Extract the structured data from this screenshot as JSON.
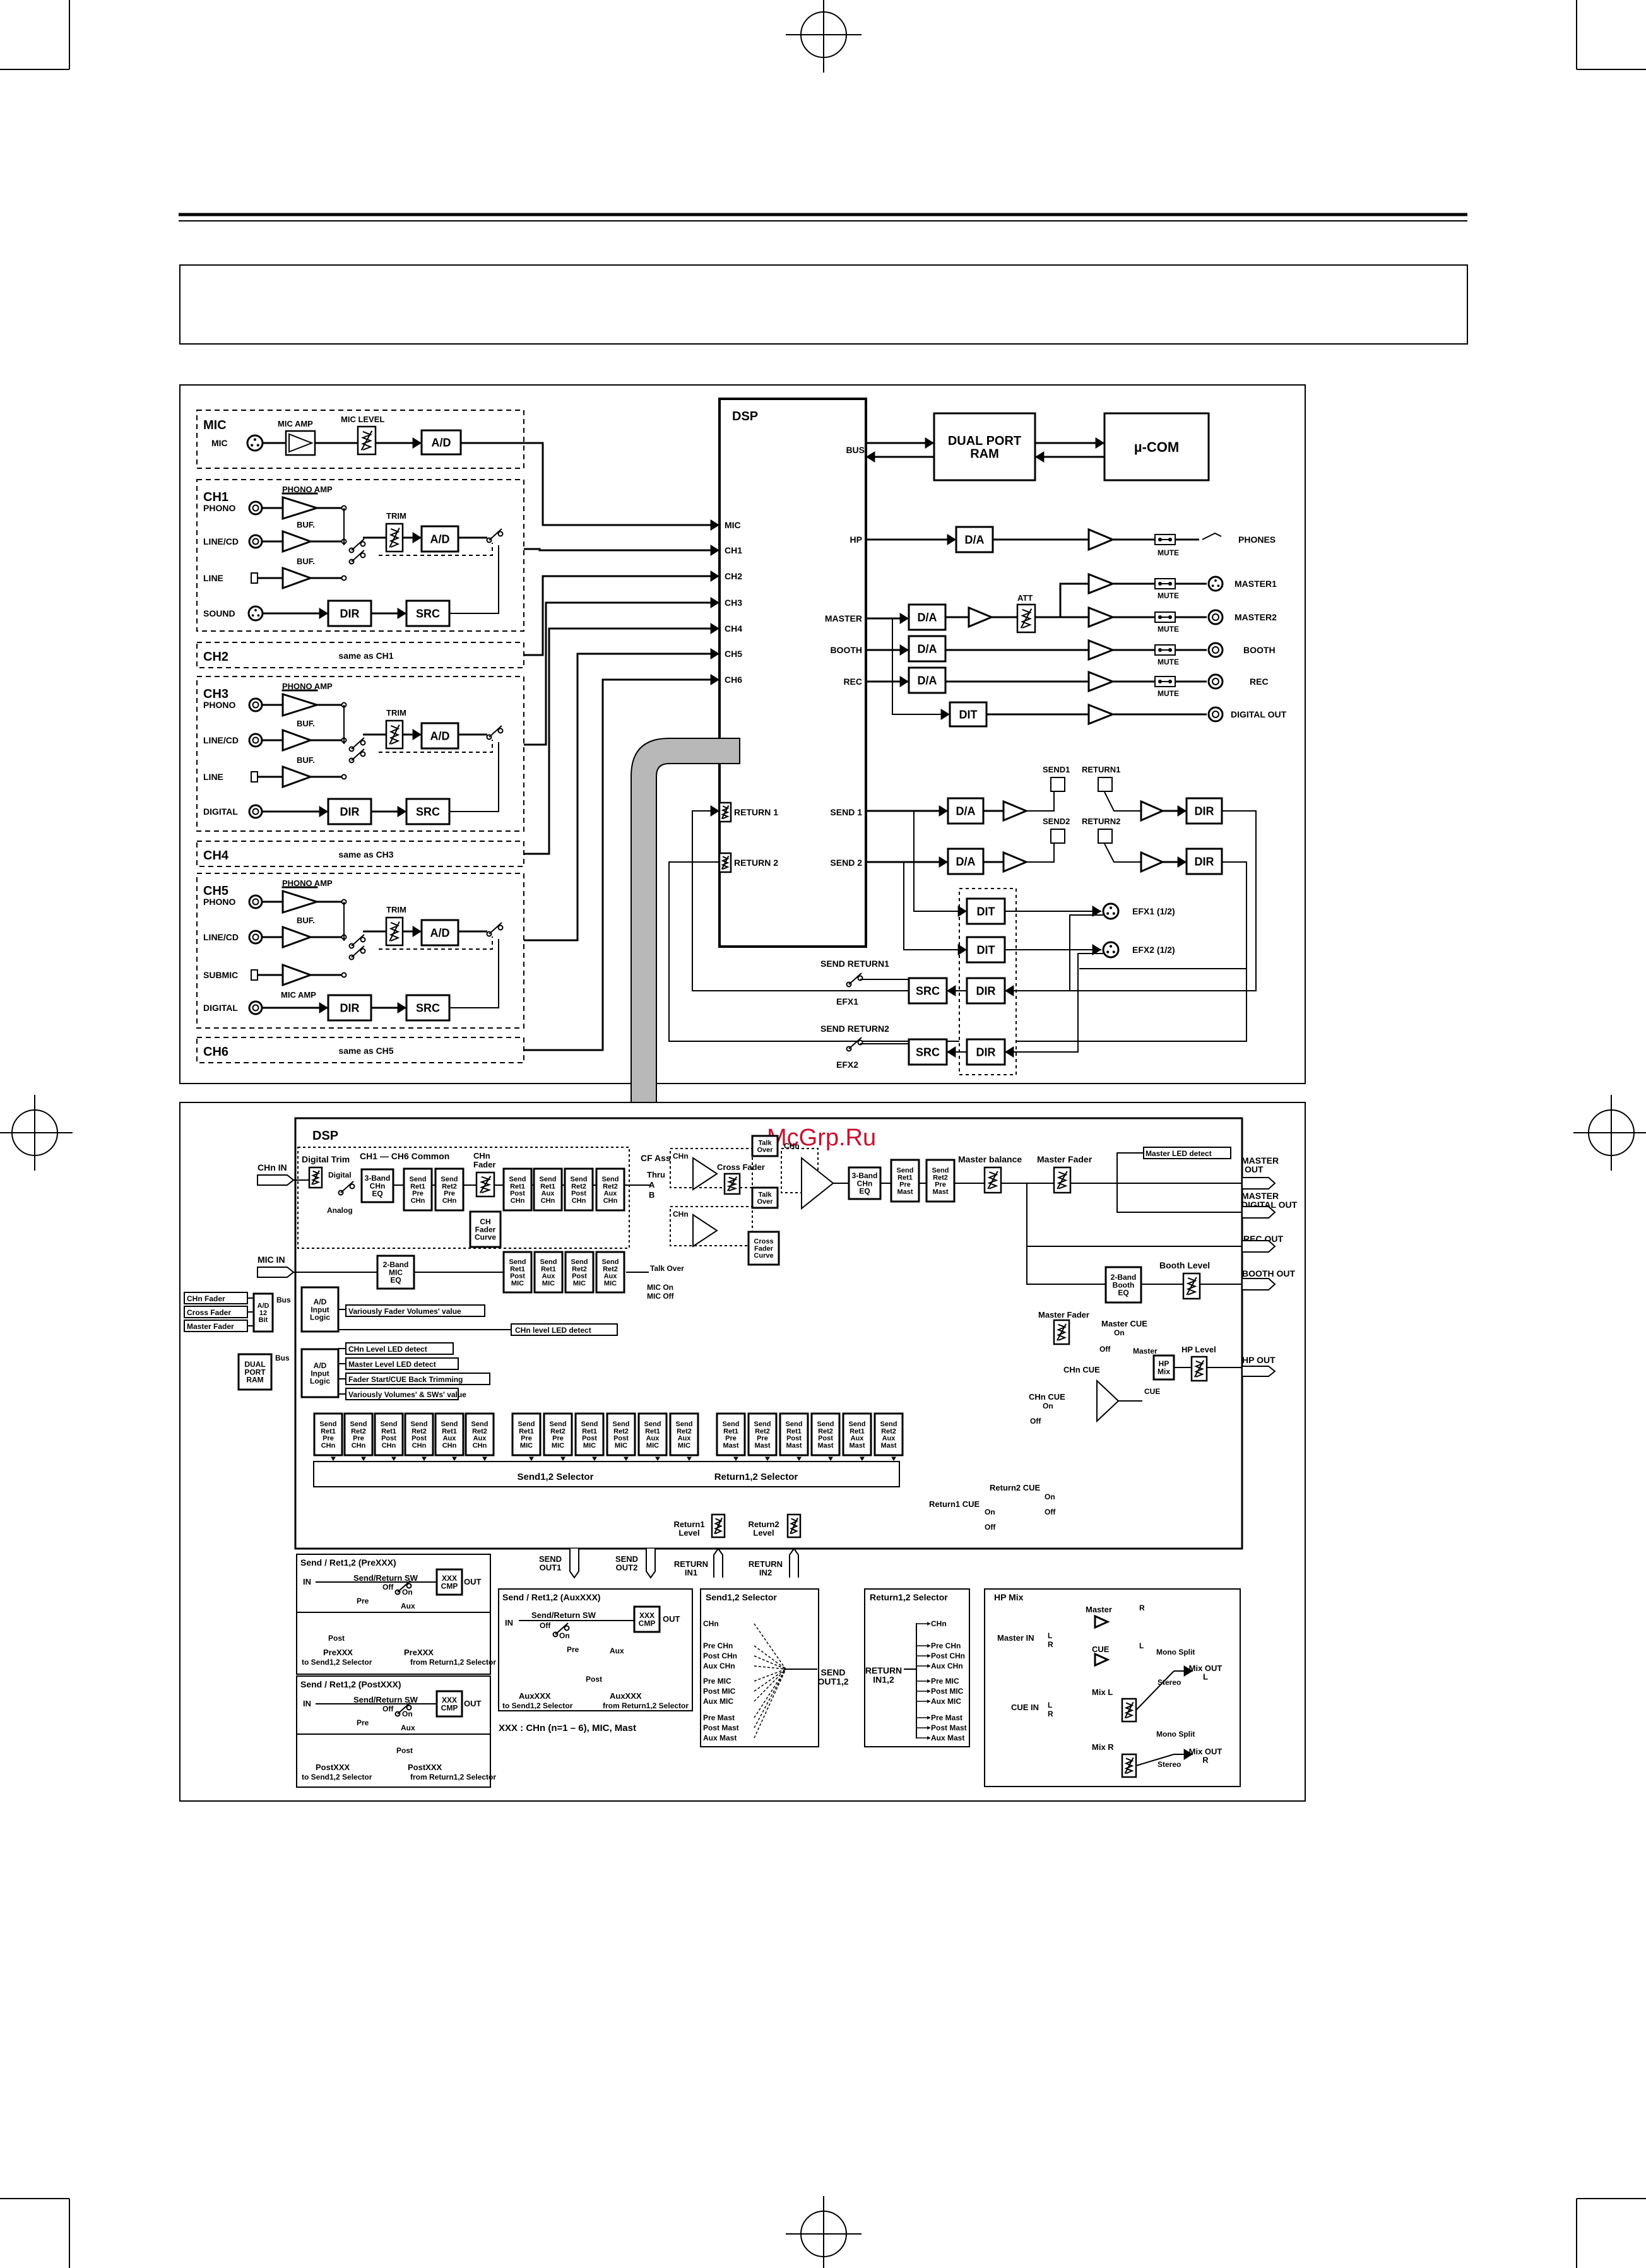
{
  "watermark": "McGrp.Ru",
  "top": {
    "dsp_title": "DSP",
    "bus": "BUS",
    "dual_port_ram": [
      "DUAL PORT",
      "RAM"
    ],
    "ucom": "µ-COM",
    "mic": {
      "title": "MIC",
      "input": "MIC",
      "mic_amp": "MIC AMP",
      "mic_level": "MIC LEVEL",
      "ad": "A/D"
    },
    "ch1": {
      "title": "CH1",
      "phono": "PHONO",
      "phono_amp": "PHONO AMP",
      "linecd": "LINE/CD",
      "buf": "BUF.",
      "line": "LINE",
      "trim": "TRIM",
      "ad": "A/D",
      "sound": "SOUND",
      "dir": "DIR",
      "src": "SRC"
    },
    "ch2": {
      "title": "CH2",
      "note": "same as CH1"
    },
    "ch3": {
      "title": "CH3",
      "phono": "PHONO",
      "phono_amp": "PHONO AMP",
      "linecd": "LINE/CD",
      "buf": "BUF.",
      "line": "LINE",
      "trim": "TRIM",
      "ad": "A/D",
      "digital": "DIGITAL",
      "dir": "DIR",
      "src": "SRC"
    },
    "ch4": {
      "title": "CH4",
      "note": "same as CH3"
    },
    "ch5": {
      "title": "CH5",
      "phono": "PHONO",
      "phono_amp": "PHONO AMP",
      "linecd": "LINE/CD",
      "buf": "BUF.",
      "submic": "SUBMIC",
      "mic_amp": "MIC AMP",
      "trim": "TRIM",
      "ad": "A/D",
      "digital": "DIGITAL",
      "dir": "DIR",
      "src": "SRC"
    },
    "ch6": {
      "title": "CH6",
      "note": "same as CH5"
    },
    "dsp_inputs": [
      "MIC",
      "CH1",
      "CH2",
      "CH3",
      "CH4",
      "CH5",
      "CH6"
    ],
    "dsp_outputs": [
      "HP",
      "MASTER",
      "BOOTH",
      "REC"
    ],
    "returns": [
      "RETURN 1",
      "RETURN 2"
    ],
    "sends": [
      "SEND 1",
      "SEND 2"
    ],
    "da": "D/A",
    "dit": "DIT",
    "att": "ATT",
    "mute": "MUTE",
    "outputs": [
      "PHONES",
      "MASTER1",
      "MASTER2",
      "BOOTH",
      "REC",
      "DIGITAL OUT"
    ],
    "send_labels": [
      "SEND1",
      "RETURN1",
      "SEND2",
      "RETURN2"
    ],
    "efx_labels": [
      "EFX1 (1/2)",
      "EFX2 (1/2)"
    ],
    "send_return1": "SEND RETURN1",
    "send_return2": "SEND RETURN2",
    "efx1": "EFX1",
    "efx2": "EFX2",
    "src": "SRC",
    "dir": "DIR"
  },
  "bottom": {
    "dsp_title": "DSP",
    "chn_in": "CHn IN",
    "digital_trim": "Digital Trim",
    "common": "CH1 — CH6 Common",
    "digital": "Digital",
    "analog": "Analog",
    "eq3_chn": [
      "3-Band",
      "CHn",
      "EQ"
    ],
    "send_blocks": [
      [
        "Send",
        "Ret1",
        "Pre",
        "CHn"
      ],
      [
        "Send",
        "Ret2",
        "Pre",
        "CHn"
      ],
      [
        "Send",
        "Ret1",
        "Post",
        "CHn"
      ],
      [
        "Send",
        "Ret1",
        "Aux",
        "CHn"
      ],
      [
        "Send",
        "Ret2",
        "Post",
        "CHn"
      ],
      [
        "Send",
        "Ret2",
        "Aux",
        "CHn"
      ]
    ],
    "chn_fader": [
      "CHn",
      "Fader"
    ],
    "ch_fader_curve": [
      "CH",
      "Fader",
      "Curve"
    ],
    "cf_assign": "CF Assign",
    "thru": "Thru",
    "a": "A",
    "b": "B",
    "chn": "CHn",
    "cross_fader": "Cross Fader",
    "talk_over": [
      "Talk",
      "Over"
    ],
    "cross_fader_curve": [
      "Cross",
      "Fader",
      "Curve"
    ],
    "eq3_master": [
      "3-Band",
      "CHn",
      "EQ"
    ],
    "send_mast": [
      [
        "Send",
        "Ret1",
        "Pre",
        "Mast"
      ],
      [
        "Send",
        "Ret2",
        "Pre",
        "Mast"
      ]
    ],
    "master_balance": "Master balance",
    "master_fader": "Master Fader",
    "master_led_detect": "Master LED detect",
    "master_out": [
      "MASTER",
      "OUT"
    ],
    "master_digital_out": [
      "MASTER",
      "DIGITAL OUT"
    ],
    "rec_out": "REC OUT",
    "booth_out": "BOOTH OUT",
    "booth_level": "Booth Level",
    "eq2_booth": [
      "2-Band",
      "Booth",
      "EQ"
    ],
    "mic_in": "MIC IN",
    "eq2_mic": [
      "2-Band",
      "MIC",
      "EQ"
    ],
    "send_mic": [
      [
        "Send",
        "Ret1",
        "Post",
        "MIC"
      ],
      [
        "Send",
        "Ret1",
        "Aux",
        "MIC"
      ],
      [
        "Send",
        "Ret2",
        "Post",
        "MIC"
      ],
      [
        "Send",
        "Ret2",
        "Aux",
        "MIC"
      ]
    ],
    "talk_over_sw": "Talk Over",
    "mic_on": "MIC On",
    "mic_off": "MIC Off",
    "ext_inputs": [
      "CHn Fader",
      "Cross Fader",
      "Master Fader"
    ],
    "ad_12bit": [
      "A/D",
      "12",
      "Bit"
    ],
    "bus": "Bus",
    "ad_input_logic": [
      "A/D",
      "Input",
      "Logic"
    ],
    "various_fader": "Variously Fader Volumes' value",
    "chn_level_led": "CHn level LED detect",
    "dual_port_ram": [
      "DUAL",
      "PORT",
      "RAM"
    ],
    "logic_items": [
      "CHn Level LED detect",
      "Master Level LED detect",
      "Fader Start/CUE Back Trimming",
      "Variously Volumes' & SWs' value"
    ],
    "master_fader2": "Master Fader",
    "master_cue": "Master CUE",
    "on": "On",
    "off": "Off",
    "master": "Master",
    "hp_mix": [
      "HP",
      "Mix"
    ],
    "cue": "CUE",
    "hp_level": "HP Level",
    "hp_out": "HP OUT",
    "chn_cue": "CHn CUE",
    "row_blocks": [
      [
        "Send",
        "Ret1",
        "Pre",
        "CHn"
      ],
      [
        "Send",
        "Ret2",
        "Pre",
        "CHn"
      ],
      [
        "Send",
        "Ret1",
        "Post",
        "CHn"
      ],
      [
        "Send",
        "Ret2",
        "Post",
        "CHn"
      ],
      [
        "Send",
        "Ret1",
        "Aux",
        "CHn"
      ],
      [
        "Send",
        "Ret2",
        "Aux",
        "CHn"
      ],
      [
        "Send",
        "Ret1",
        "Pre",
        "MIC"
      ],
      [
        "Send",
        "Ret2",
        "Pre",
        "MIC"
      ],
      [
        "Send",
        "Ret1",
        "Post",
        "MIC"
      ],
      [
        "Send",
        "Ret2",
        "Post",
        "MIC"
      ],
      [
        "Send",
        "Ret1",
        "Aux",
        "MIC"
      ],
      [
        "Send",
        "Ret2",
        "Aux",
        "MIC"
      ],
      [
        "Send",
        "Ret1",
        "Pre",
        "Mast"
      ],
      [
        "Send",
        "Ret2",
        "Pre",
        "Mast"
      ],
      [
        "Send",
        "Ret1",
        "Post",
        "Mast"
      ],
      [
        "Send",
        "Ret2",
        "Post",
        "Mast"
      ],
      [
        "Send",
        "Ret1",
        "Aux",
        "Mast"
      ],
      [
        "Send",
        "Ret2",
        "Aux",
        "Mast"
      ]
    ],
    "selector": "Send1,2 Selector",
    "return_selector": "Return1,2 Selector",
    "return2_cue": "Return2 CUE",
    "return1_cue": "Return1 CUE",
    "return1_level": [
      "Return1",
      "Level"
    ],
    "return2_level": [
      "Return2",
      "Level"
    ],
    "send_out1": [
      "SEND",
      "OUT1"
    ],
    "send_out2": [
      "SEND",
      "OUT2"
    ],
    "return_in1": [
      "RETURN",
      "IN1"
    ],
    "return_in2": [
      "RETURN",
      "IN2"
    ]
  },
  "legend": {
    "prexxx": {
      "title": "Send / Ret1,2 (PreXXX)",
      "in": "IN",
      "sw": "Send/Return SW",
      "off": "Off",
      "on": "On",
      "pre": "Pre",
      "aux": "Aux",
      "post": "Post",
      "cmp": [
        "XXX",
        "CMP"
      ],
      "out": "OUT",
      "l1": "PreXXX",
      "l2": "PreXXX",
      "to1": "to Send1,2 Selector",
      "to2": "from Return1,2 Selector"
    },
    "postxxx": {
      "title": "Send / Ret1,2 (PostXXX)",
      "in": "IN",
      "sw": "Send/Return SW",
      "off": "Off",
      "on": "On",
      "pre": "Pre",
      "aux": "Aux",
      "post": "Post",
      "cmp": [
        "XXX",
        "CMP"
      ],
      "out": "OUT",
      "l1": "PostXXX",
      "l2": "PostXXX",
      "to1": "to Send1,2 Selector",
      "to2": "from Return1,2 Selector"
    },
    "auxxxx": {
      "title": "Send / Ret1,2 (AuxXXX)",
      "in": "IN",
      "sw": "Send/Return SW",
      "off": "Off",
      "on": "On",
      "pre": "Pre",
      "aux": "Aux",
      "post": "Post",
      "cmp": [
        "XXX",
        "CMP"
      ],
      "out": "OUT",
      "l1": "AuxXXX",
      "l2": "AuxXXX",
      "to1": "to Send1,2 Selector",
      "to2": "from Return1,2 Selector"
    },
    "xxx_note": "XXX : CHn (n=1 – 6), MIC, Mast",
    "send12": {
      "title": "Send1,2 Selector",
      "items": [
        "CHn",
        "Pre CHn",
        "Post CHn",
        "Aux CHn",
        "Pre MIC",
        "Post MIC",
        "Aux MIC",
        "Pre Mast",
        "Post Mast",
        "Aux Mast"
      ],
      "out": [
        "SEND",
        "OUT1,2"
      ]
    },
    "ret12": {
      "title": "Return1,2 Selector",
      "in": [
        "RETURN",
        "IN1,2"
      ],
      "items": [
        "CHn",
        "Pre CHn",
        "Post CHn",
        "Aux CHn",
        "Pre MIC",
        "Post MIC",
        "Aux MIC",
        "Pre Mast",
        "Post Mast",
        "Aux Mast"
      ]
    },
    "hpmix": {
      "title": "HP Mix",
      "master_in": "Master IN",
      "cue_in": "CUE IN",
      "master": "Master",
      "cue": "CUE",
      "mix_l": "Mix L",
      "mix_r": "Mix R",
      "l": "L",
      "r": "R",
      "mono_split": "Mono Split",
      "stereo": "Stereo",
      "mix_out_l": [
        "Mix OUT",
        "L"
      ],
      "mix_out_r": [
        "Mix OUT",
        "R"
      ]
    }
  }
}
